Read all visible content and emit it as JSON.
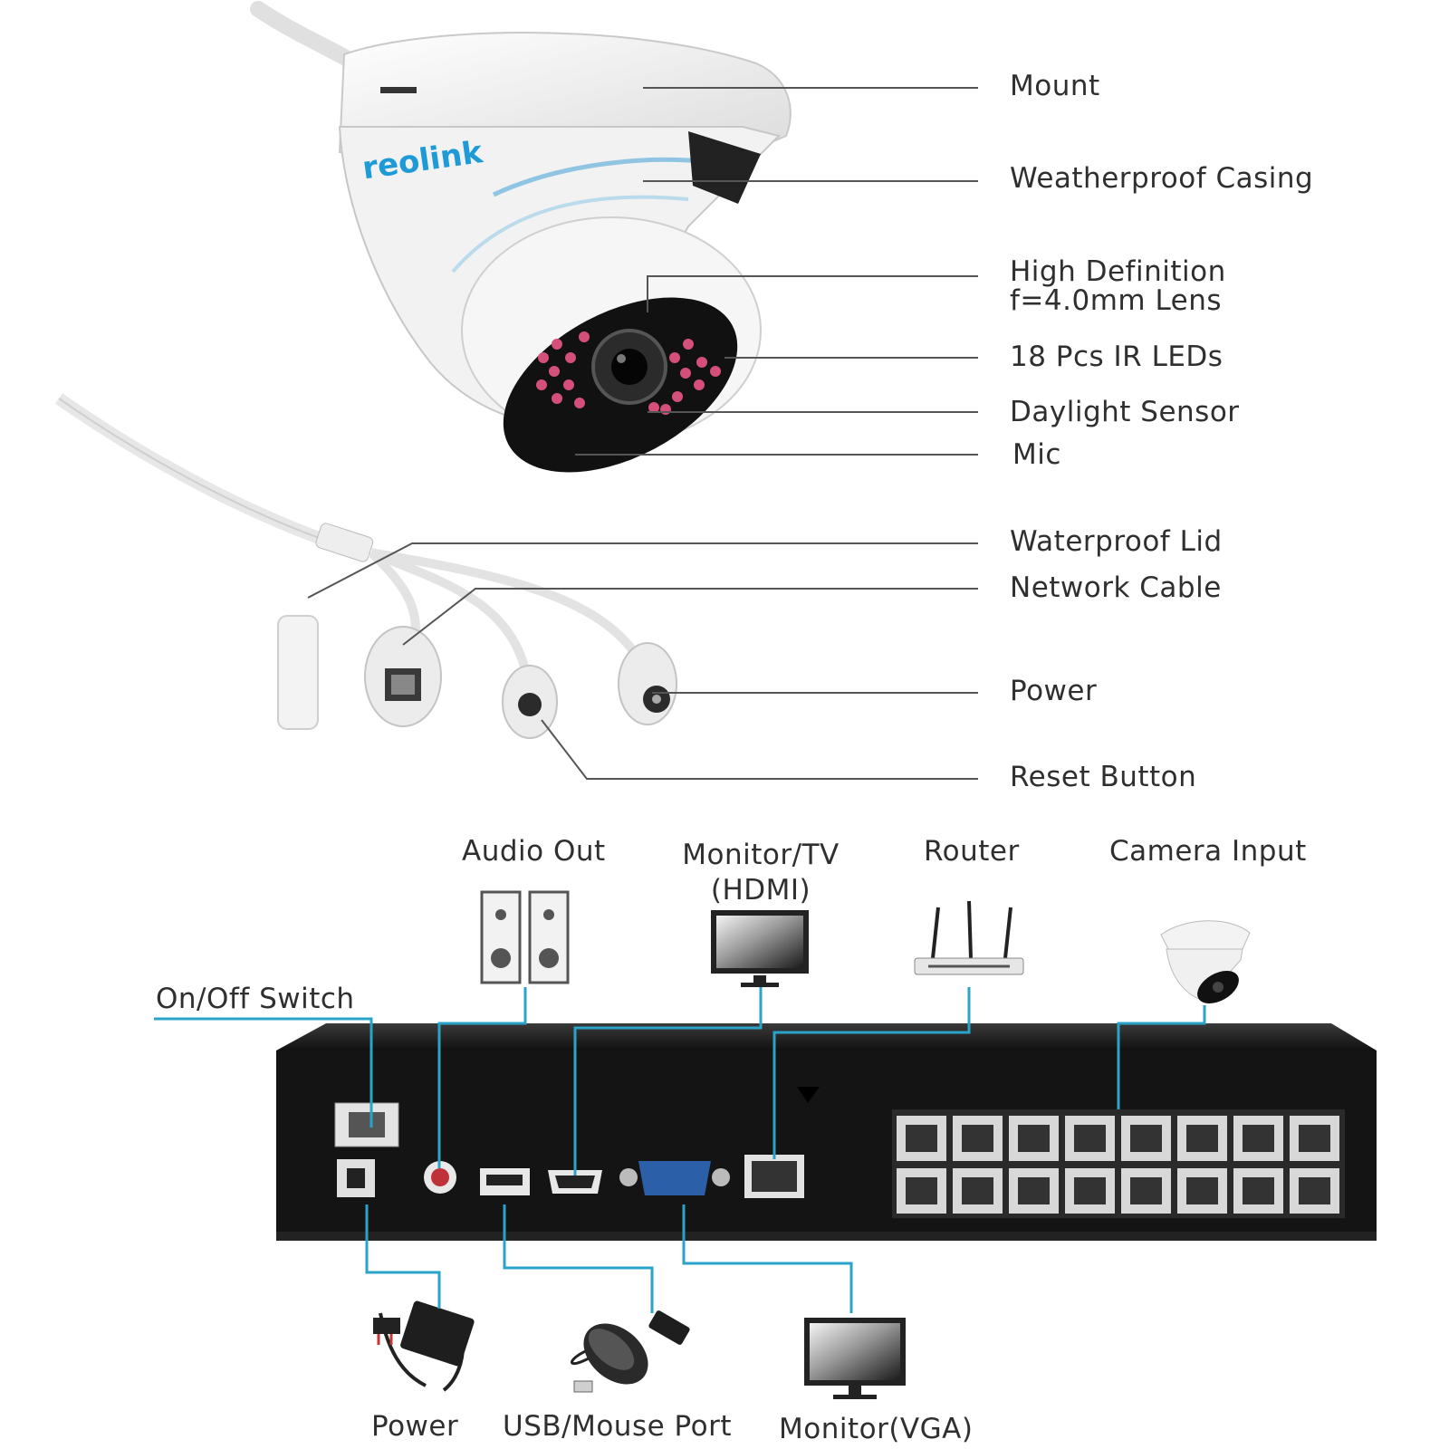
{
  "brand": "reolink",
  "camera_labels": {
    "mount": "Mount",
    "weatherproof_casing": "Weatherproof Casing",
    "lens_line1": "High Definition",
    "lens_line2": "f=4.0mm Lens",
    "ir_leds": "18 Pcs IR LEDs",
    "daylight_sensor": "Daylight Sensor",
    "mic": "Mic",
    "waterproof_lid": "Waterproof Lid",
    "network_cable": "Network Cable",
    "power": "Power",
    "reset_button": "Reset Button"
  },
  "nvr_labels": {
    "audio_out": "Audio Out",
    "monitor_tv_line1": "Monitor/TV",
    "monitor_tv_line2": "(HDMI)",
    "router": "Router",
    "camera_input": "Camera Input",
    "on_off_switch": "On/Off Switch",
    "power": "Power",
    "usb_mouse_port": "USB/Mouse Port",
    "monitor_vga": "Monitor(VGA)"
  },
  "colors": {
    "leader_line": "#555555",
    "connector_line": "#2aa3c9",
    "nvr_body": "#1a1a1a",
    "ir_led": "#d4507a",
    "brand": "#1e9bd7"
  }
}
